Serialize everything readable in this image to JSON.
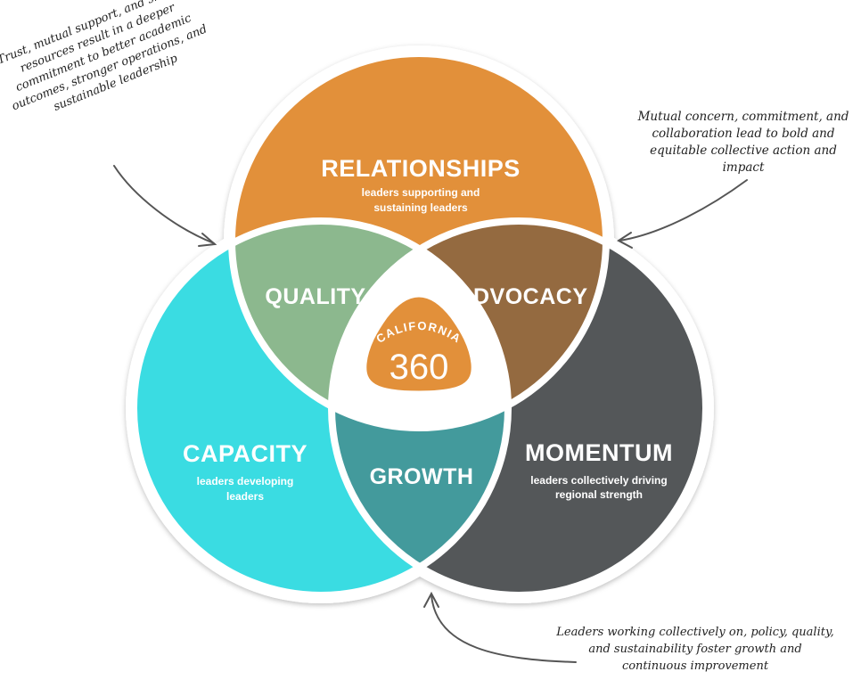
{
  "circles": {
    "relationships": {
      "title": "RELATIONSHIPS",
      "subtitle": [
        "leaders supporting and",
        "sustaining leaders"
      ],
      "color": "#E2903A"
    },
    "capacity": {
      "title": "CAPACITY",
      "subtitle": [
        "leaders developing",
        "leaders"
      ],
      "color": "#3ADCE2"
    },
    "momentum": {
      "title": "MOMENTUM",
      "subtitle": [
        "leaders collectively driving",
        "regional strength"
      ],
      "color": "#545759"
    }
  },
  "overlaps": {
    "quality": {
      "title": "QUALITY",
      "color": "#8CB88E"
    },
    "advocacy": {
      "title": "ADVOCACY",
      "color": "#946A40"
    },
    "growth": {
      "title": "GROWTH",
      "color": "#439A9C"
    }
  },
  "center_badge": {
    "top_text": "CALIFORNIA",
    "number": "360",
    "color": "#E2903A"
  },
  "annotations": {
    "top_left": [
      "Trust, mutual support, and shared",
      "resources result in a deeper",
      "commitment to better academic",
      "outcomes, stronger operations, and",
      "sustainable leadership"
    ],
    "top_right": [
      "Mutual concern, commitment, and",
      "collaboration lead to bold and",
      "equitable collective action and",
      "impact"
    ],
    "bottom_right": [
      "Leaders working collectively on, policy, quality,",
      "and sustainability foster growth and",
      "continuous improvement"
    ]
  }
}
